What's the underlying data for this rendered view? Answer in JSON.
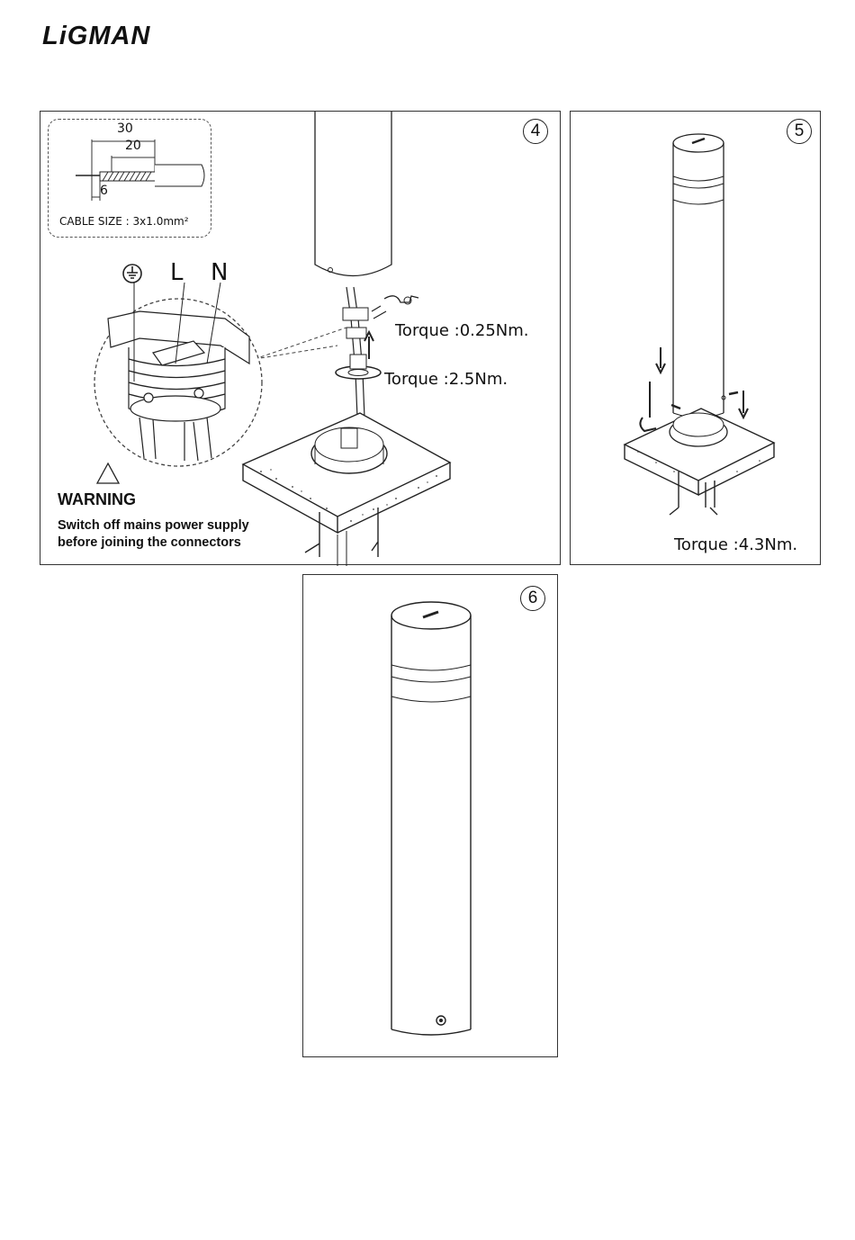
{
  "brand": {
    "logo_text": "LiGMAN"
  },
  "step4": {
    "number": "4",
    "cable_dims": {
      "outer": "30",
      "inner": "20",
      "strip": "6"
    },
    "cable_size": "CABLE SIZE : 3x1.0mm²",
    "wire_labels": {
      "earth_icon": "earth-ground-icon",
      "live": "L",
      "neutral": "N"
    },
    "torque_top": "Torque :0.25Nm.",
    "torque_mid": "Torque :2.5Nm.",
    "warning_title": "WARNING",
    "warning_line1": "Switch off mains power supply",
    "warning_line2": "before joining the connectors"
  },
  "step5": {
    "number": "5",
    "torque": "Torque :4.3Nm."
  },
  "step6": {
    "number": "6"
  }
}
